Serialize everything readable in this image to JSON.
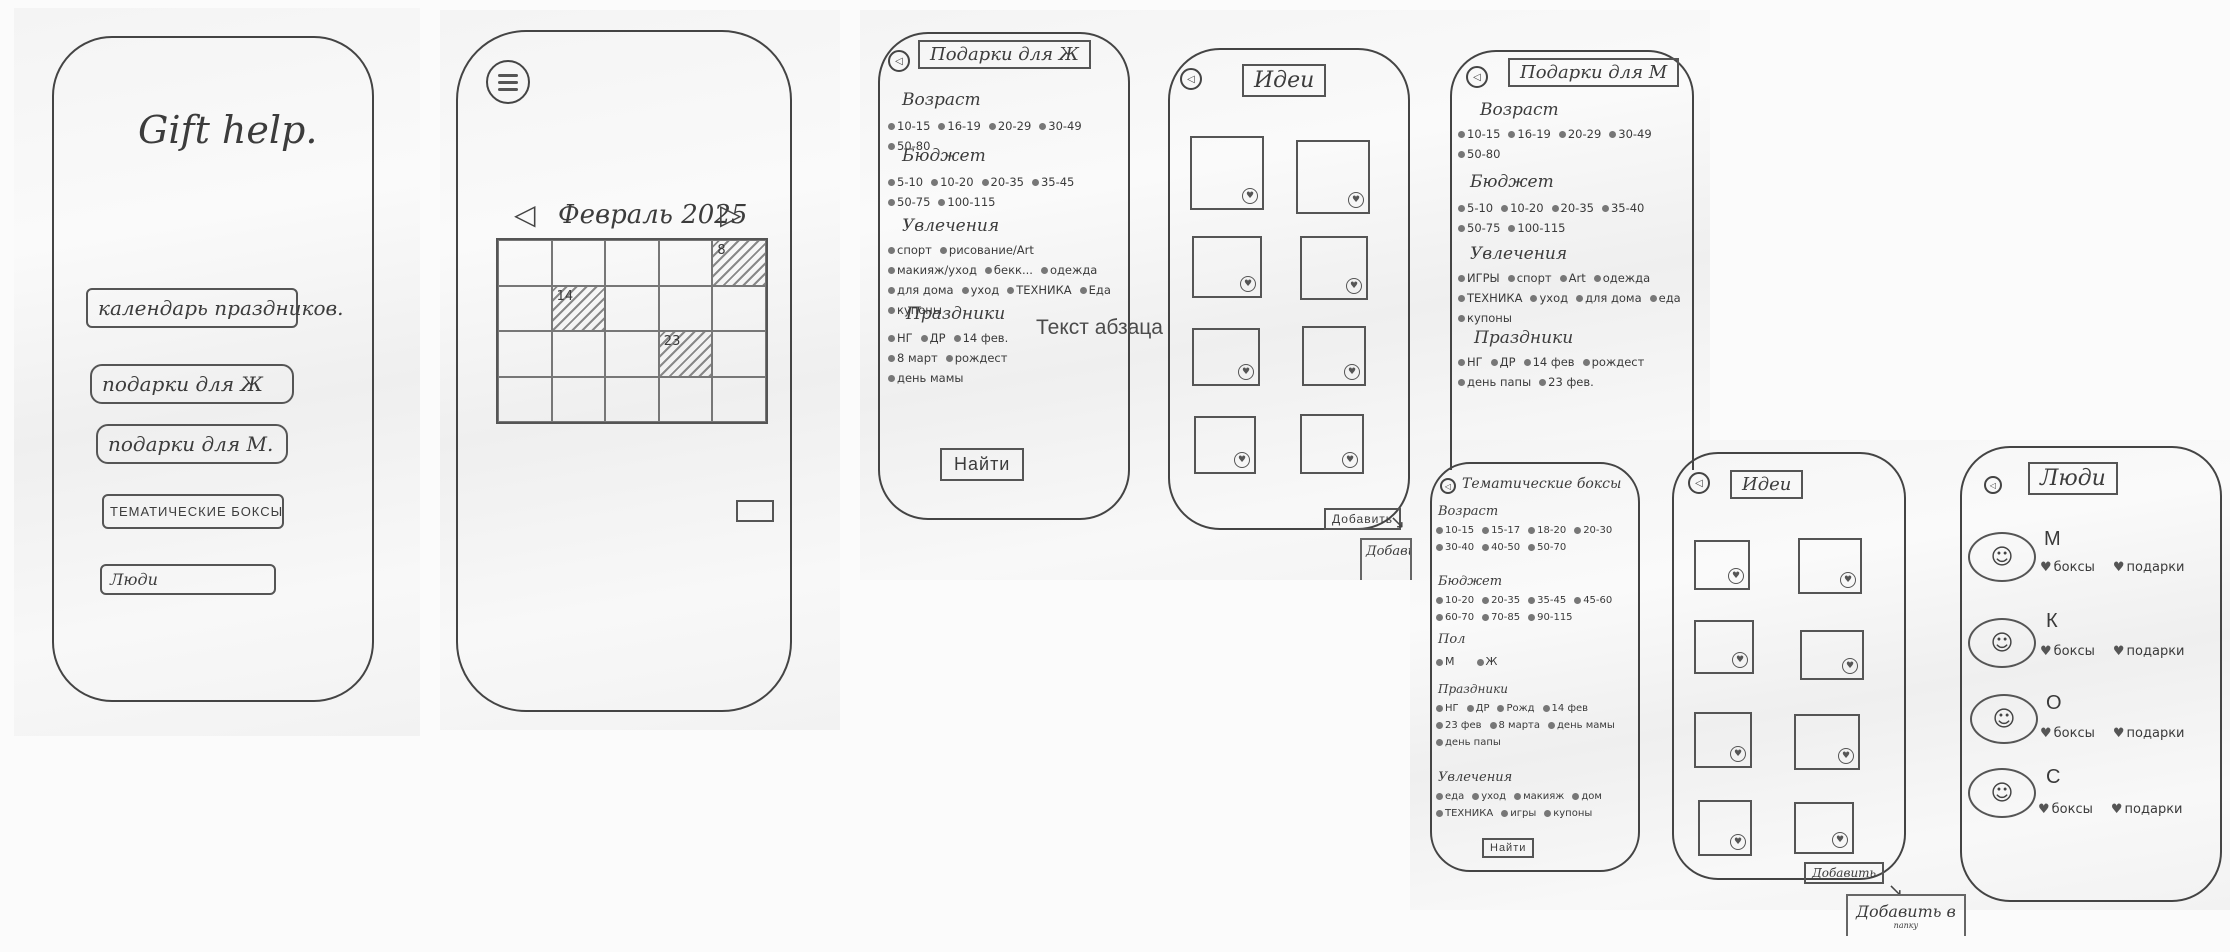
{
  "screens": {
    "home": {
      "title": "Gift help.",
      "buttons": [
        {
          "label": "календарь праздников."
        },
        {
          "label": "подарки для Ж"
        },
        {
          "label": "подарки для М."
        },
        {
          "label": "ТЕМАТИЧЕСКИЕ БОКСЫ"
        },
        {
          "label": "Люди"
        }
      ]
    },
    "calendar": {
      "menu_icon": "hamburger-menu-icon",
      "month_title": "Февраль 2025",
      "prev_icon": "◁",
      "next_icon": "▷",
      "marked_days": [
        {
          "label": "8",
          "row": 0,
          "col": 4
        },
        {
          "label": "14",
          "row": 1,
          "col": 1
        },
        {
          "label": "23",
          "row": 2,
          "col": 3
        }
      ]
    },
    "gifts_women": {
      "back_icon": "◁",
      "title": "Подарки для Ж",
      "age_title": "Возраст",
      "age_options": [
        "10-15",
        "16-19",
        "20-29",
        "30-49",
        "50-80"
      ],
      "budget_title": "Бюджет",
      "budget_options": [
        "5-10",
        "10-20",
        "20-35",
        "35-45",
        "50-75",
        "100-115"
      ],
      "hobbies_title": "Увлечения",
      "hobby_options": [
        "спорт",
        "рисование/Art",
        "макияж/уход",
        "бекк...",
        "одежда",
        "для дома",
        "уход",
        "ТЕХНИКА",
        "Еда",
        "купоны"
      ],
      "holidays_title": "Праздники",
      "holiday_options": [
        "НГ",
        "ДР",
        "14 фев.",
        "8 март",
        "рождест",
        "день мамы"
      ],
      "find_label": "Найти",
      "overlay_text": "Текст абзаца"
    },
    "ideas_1": {
      "back_icon": "◁",
      "title": "Идеи",
      "card_count": 8,
      "add_label": "Добавить",
      "add_to_folder_label": "Добавить в",
      "add_to_folder_sub": "папку"
    },
    "gifts_men": {
      "back_icon": "◁",
      "title": "Подарки для М",
      "age_title": "Возраст",
      "age_options": [
        "10-15",
        "16-19",
        "20-29",
        "30-49",
        "50-80"
      ],
      "budget_title": "Бюджет",
      "budget_options": [
        "5-10",
        "10-20",
        "20-35",
        "35-40",
        "50-75",
        "100-115"
      ],
      "hobbies_title": "Увлечения",
      "hobby_options": [
        "ИГРЫ",
        "спорт",
        "Art",
        "одежда",
        "ТЕХНИКА",
        "уход",
        "для дома",
        "еда",
        "купоны"
      ],
      "holidays_title": "Праздники",
      "holiday_options": [
        "НГ",
        "ДР",
        "14 фев",
        "рождест",
        "день папы",
        "23 фев."
      ]
    },
    "boxes": {
      "back_icon": "◁",
      "title": "Тематические боксы",
      "age_title": "Возраст",
      "age_options": [
        "10-15",
        "15-17",
        "18-20",
        "20-30",
        "30-40",
        "40-50",
        "50-70"
      ],
      "budget_title": "Бюджет",
      "budget_options": [
        "10-20",
        "20-35",
        "35-45",
        "45-60",
        "60-70",
        "70-85",
        "90-115"
      ],
      "gender_title": "Пол",
      "gender_options": [
        "М",
        "Ж"
      ],
      "holidays_title": "Праздники",
      "holiday_options": [
        "НГ",
        "ДР",
        "Рожд",
        "14 фев",
        "23 фев",
        "8 марта",
        "день мамы",
        "день папы"
      ],
      "hobbies_title": "Увлечения",
      "hobby_options": [
        "еда",
        "уход",
        "макияж",
        "дом",
        "ТЕХНИКА",
        "игры",
        "купоны"
      ],
      "find_label": "Найти"
    },
    "ideas_2": {
      "back_icon": "◁",
      "title": "Идеи",
      "card_count": 8,
      "add_label": "Добавить",
      "add_to_folder_label": "Добавить в",
      "add_to_folder_sub": "папку"
    },
    "people": {
      "back_icon": "◁",
      "title": "Люди",
      "persons": [
        {
          "initial": "М",
          "tags": [
            "боксы",
            "подарки"
          ]
        },
        {
          "initial": "К",
          "tags": [
            "боксы",
            "подарки"
          ]
        },
        {
          "initial": "О",
          "tags": [
            "боксы",
            "подарки"
          ]
        },
        {
          "initial": "С",
          "tags": [
            "боксы",
            "подарки"
          ]
        }
      ]
    }
  }
}
